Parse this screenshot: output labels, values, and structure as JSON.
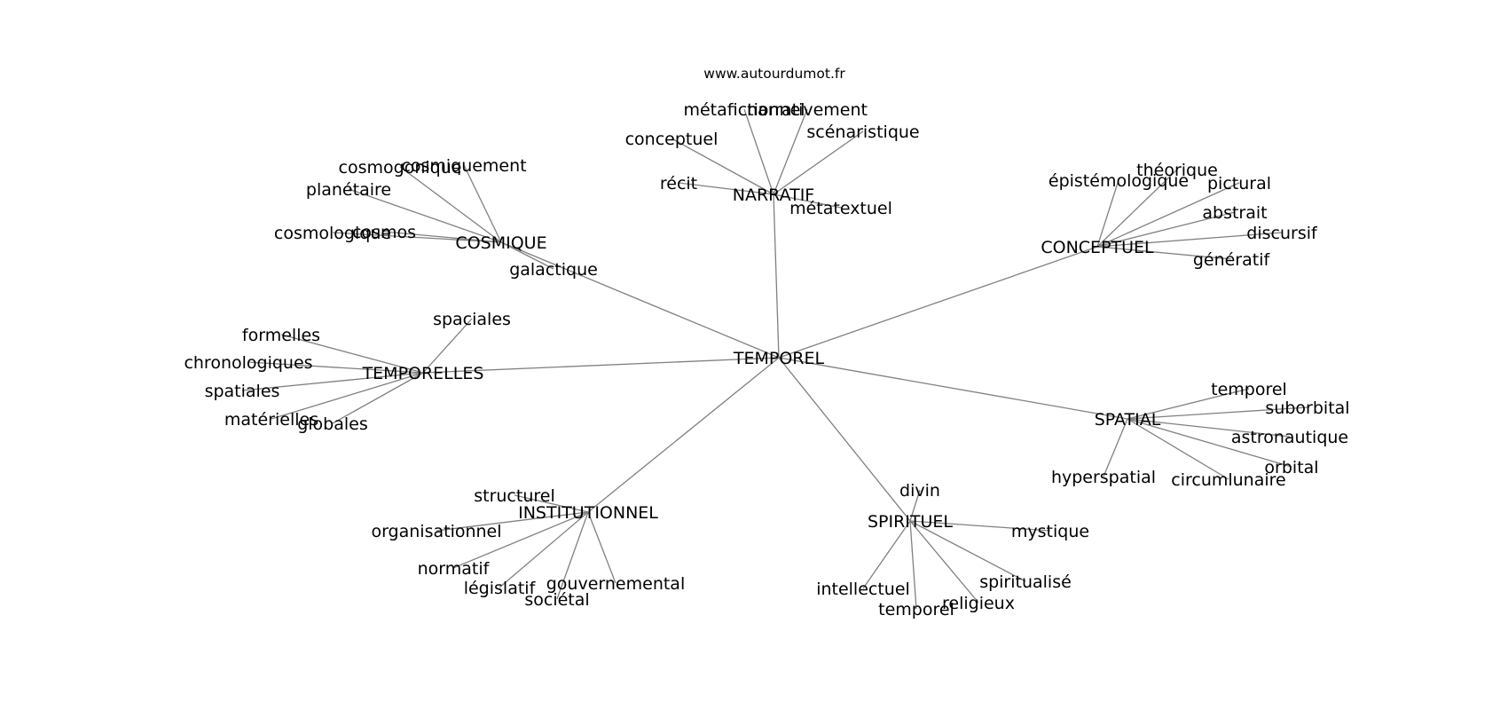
{
  "site_credit": "www.autourdumot.fr",
  "center": {
    "label": "TEMPOREL"
  },
  "clusters": [
    {
      "id": "narratif",
      "label": "NARRATIF",
      "leaves": [
        "métafictionnel",
        "narrativement",
        "scénaristique",
        "conceptuel",
        "récit",
        "métatextuel"
      ]
    },
    {
      "id": "cosmique",
      "label": "COSMIQUE",
      "leaves": [
        "cosmogonique",
        "cosmiquement",
        "planétaire",
        "cosmos",
        "cosmologique",
        "galactique"
      ]
    },
    {
      "id": "conceptuel",
      "label": "CONCEPTUEL",
      "leaves": [
        "épistémologique",
        "théorique",
        "pictural",
        "abstrait",
        "discursif",
        "génératif"
      ]
    },
    {
      "id": "temporelles",
      "label": "TEMPORELLES",
      "leaves": [
        "spaciales",
        "formelles",
        "chronologiques",
        "spatiales",
        "matérielles",
        "globales"
      ]
    },
    {
      "id": "spatial",
      "label": "SPATIAL",
      "leaves": [
        "temporel",
        "suborbital",
        "astronautique",
        "orbital",
        "circumlunaire",
        "hyperspatial"
      ]
    },
    {
      "id": "institutionnel",
      "label": "INSTITUTIONNEL",
      "leaves": [
        "structurel",
        "organisationnel",
        "normatif",
        "législatif",
        "sociétal",
        "gouvernemental"
      ]
    },
    {
      "id": "spirituel",
      "label": "SPIRITUEL",
      "leaves": [
        "divin",
        "mystique",
        "spiritualisé",
        "religieux",
        "temporel",
        "intellectuel"
      ]
    }
  ]
}
